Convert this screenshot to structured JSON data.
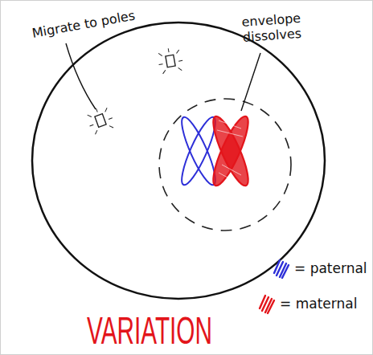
{
  "diagram": {
    "labels": [
      "Migrate to poles",
      "envelope dissolves",
      "VARIATION"
    ],
    "legend": [
      {
        "text": "= paternal",
        "color": "#2d2fd8"
      },
      {
        "text": "= maternal",
        "color": "#e3151b"
      }
    ]
  }
}
